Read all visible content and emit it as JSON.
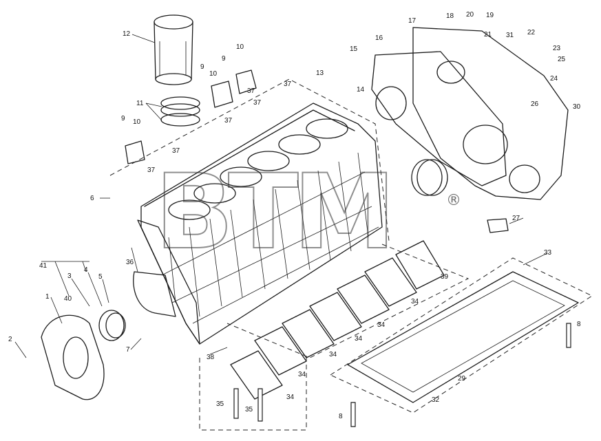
{
  "diagram": {
    "watermark": "BTM",
    "registered_mark": "®",
    "callouts": [
      "1",
      "2",
      "3",
      "4",
      "5",
      "6",
      "7",
      "8",
      "8",
      "9",
      "9",
      "9",
      "10",
      "10",
      "10",
      "11",
      "12",
      "13",
      "14",
      "15",
      "16",
      "17",
      "18",
      "19",
      "20",
      "21",
      "22",
      "23",
      "24",
      "25",
      "26",
      "27",
      "29",
      "30",
      "31",
      "32",
      "33",
      "34",
      "34",
      "34",
      "34",
      "34",
      "34",
      "35",
      "35",
      "36",
      "37",
      "37",
      "37",
      "37",
      "37",
      "37",
      "38",
      "39",
      "40",
      "41"
    ]
  }
}
